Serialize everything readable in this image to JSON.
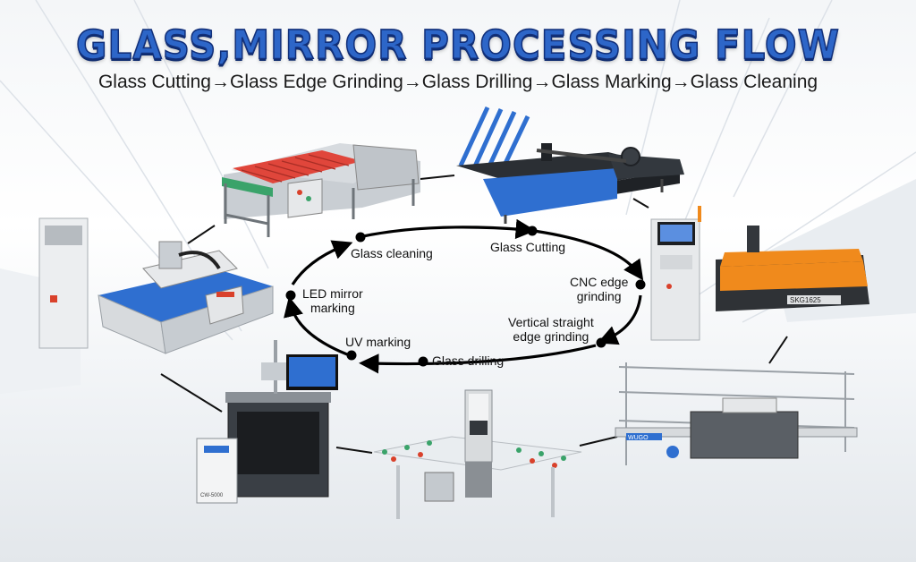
{
  "title": "GLASS,MIRROR PROCESSING FLOW",
  "subtitle": "Glass Cutting→Glass Edge Grinding→Glass Drilling→Glass Marking→Glass Cleaning",
  "steps": {
    "cutting": "Glass Cutting",
    "cnc_line1": "CNC edge",
    "cnc_line2": "grinding",
    "vertical_line1": "Vertical straight",
    "vertical_line2": "edge grinding",
    "drilling": "Glass drilling",
    "uv": "UV marking",
    "led_line1": "LED mirror",
    "led_line2": "marking",
    "cleaning": "Glass cleaning"
  },
  "machine_text": {
    "cnc_brand": "SKG1625",
    "chiller_text": "CW-5000",
    "vertical_brand": "WUGO"
  },
  "colors": {
    "title_blue": "#2d66c8",
    "machine_blue": "#2f6fd0",
    "machine_red": "#d9412b",
    "machine_orange": "#f08a1c",
    "machine_green": "#3aa36a"
  }
}
